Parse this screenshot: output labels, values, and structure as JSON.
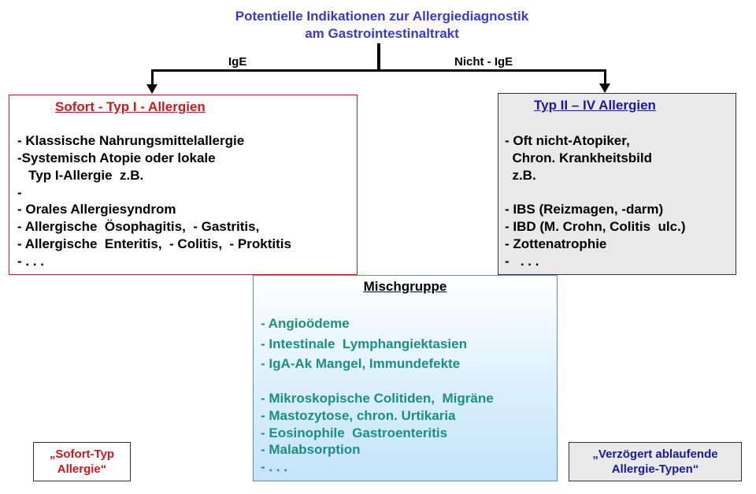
{
  "title": {
    "line1": "Potentielle  Indikationen  zur Allergiediagnostik",
    "line2": "am Gastrointestinaltrakt"
  },
  "branches": {
    "left_label": "IgE",
    "right_label": "Nicht - IgE"
  },
  "left_box": {
    "heading": "Sofort - Typ I - Allergien",
    "items": [
      "- Klassische Nahrungsmittelallergie",
      "-Systemisch Atopie oder lokale",
      "   Typ I-Allergie  z.B.",
      "-",
      "- Orales Allergiesyndrom",
      "- Allergische  Ösophagitis,  - Gastritis,",
      "- Allergische  Enteritis,  - Colitis,  - Proktitis",
      "- . . ."
    ]
  },
  "right_box": {
    "heading": "Typ  II  –  IV Allergien",
    "items": [
      "- Oft nicht-Atopiker,",
      "  Chron. Krankheitsbild",
      "  z.B.",
      "",
      "- IBS (Reizmagen, -darm)",
      "- IBD (M. Crohn, Colitis  ulc.)",
      "- Zottenatrophie",
      "-   . . ."
    ]
  },
  "middle_box": {
    "heading": "Mischgruppe",
    "items_a": [
      "- Angioödeme",
      "- Intestinale  Lymphangiektasien",
      "- IgA-Ak Mangel, Immundefekte"
    ],
    "items_b": [
      "- Mikroskopische Colitiden,  Migräne",
      "- Mastozytose, chron. Urtikaria",
      "- Eosinophile  Gastroenteritis",
      "- Malabsorption",
      "- . . ."
    ]
  },
  "bottom_left": {
    "line1": "„Sofort-Typ",
    "line2": "Allergie“"
  },
  "bottom_right": {
    "line1": "„Verzögert ablaufende",
    "line2": "Allergie-Typen“"
  },
  "colors": {
    "title": "#3a3ac8",
    "red": "#cc1a1a",
    "navy": "#1a1a9e",
    "teal": "#1a8f80"
  }
}
